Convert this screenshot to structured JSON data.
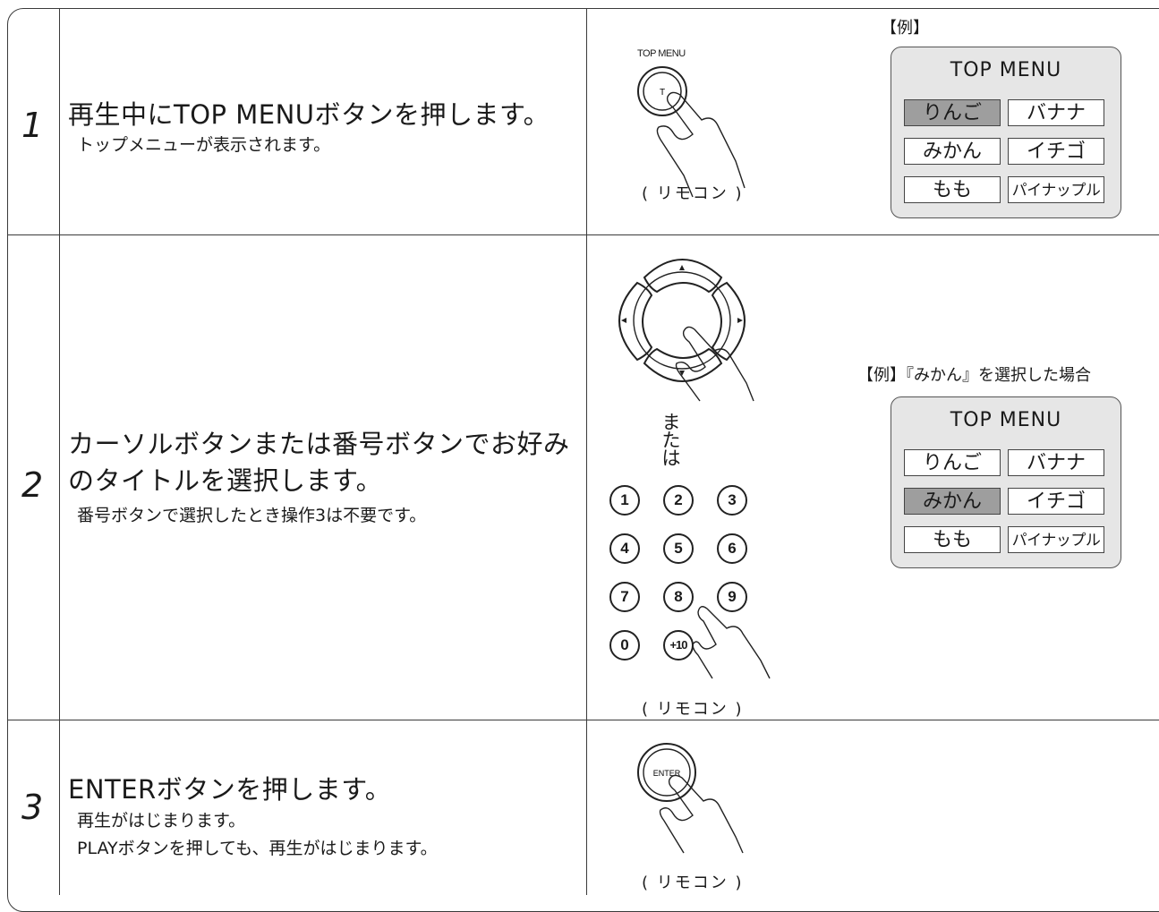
{
  "steps": [
    {
      "number": "1",
      "title": "再生中にTOP MENUボタンを押します。",
      "sub": [
        "トップメニューが表示されます。"
      ]
    },
    {
      "number": "2",
      "title_lines": [
        "カーソルボタンまたは番号ボタンでお好み",
        "のタイトルを選択します。"
      ],
      "sub": [
        "番号ボタンで選択したとき操作3は不要です。"
      ]
    },
    {
      "number": "3",
      "title": "ENTERボタンを押します。",
      "sub": [
        "再生がはじまります。",
        "PLAYボタンを押しても、再生がはじまります。"
      ]
    }
  ],
  "remote_caption": "( リモコン )",
  "button_labels": {
    "top_menu": "TOP MENU",
    "top_menu_key": "T",
    "enter": "ENTER",
    "or": [
      "ま",
      "た",
      "は"
    ]
  },
  "example1": {
    "label": "【例】",
    "menu_title": "TOP MENU",
    "items": [
      "りんご",
      "バナナ",
      "みかん",
      "イチゴ",
      "もも",
      "パイナップル"
    ],
    "selected": "りんご"
  },
  "example2": {
    "label": "【例】『みかん』を選択した場合",
    "menu_title": "TOP MENU",
    "items": [
      "りんご",
      "バナナ",
      "みかん",
      "イチゴ",
      "もも",
      "パイナップル"
    ],
    "selected": "みかん"
  },
  "keypad": [
    "1",
    "2",
    "3",
    "4",
    "5",
    "6",
    "7",
    "8",
    "9",
    "0",
    "+10"
  ],
  "colors": {
    "line": "#3a3a3a",
    "menu_bg": "#e6e6e6",
    "selected": "#9e9e9e"
  }
}
